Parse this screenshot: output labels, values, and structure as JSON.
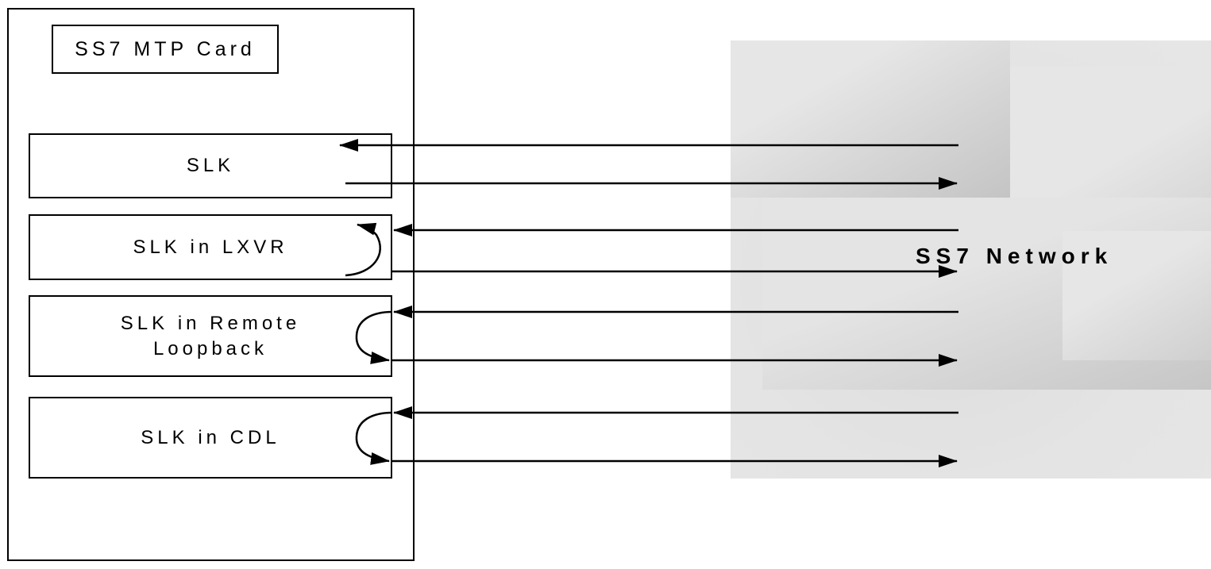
{
  "diagram": {
    "card": {
      "title": "SS7 MTP Card"
    },
    "links": [
      {
        "label": "SLK",
        "mode": "normal"
      },
      {
        "label": "SLK in LXVR",
        "mode": "local-loopback"
      },
      {
        "label": "SLK in Remote\nLoopback",
        "mode": "remote-loopback"
      },
      {
        "label": "SLK in CDL",
        "mode": "cdl-loopback"
      }
    ],
    "network": {
      "label": "SS7 Network"
    },
    "colors": {
      "line": "#000000",
      "network_bg": "#e4e4e4",
      "network_shade": "#c0c0c0"
    }
  }
}
